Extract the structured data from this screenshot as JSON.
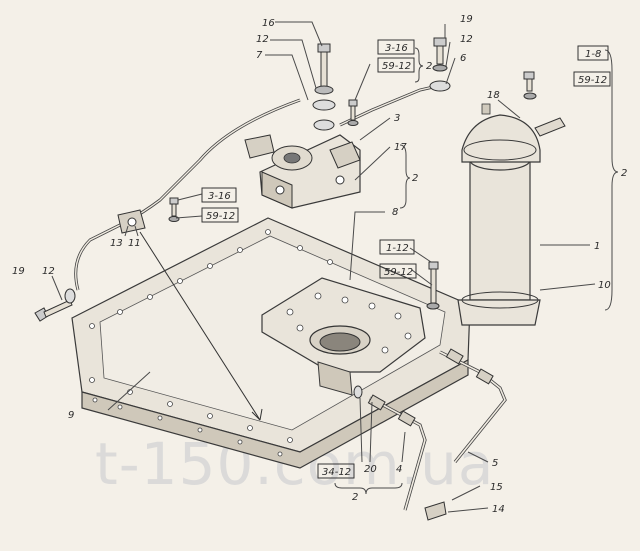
{
  "callouts": [
    {
      "id": "c16",
      "text": "16"
    },
    {
      "id": "c12a",
      "text": "12"
    },
    {
      "id": "c7",
      "text": "7"
    },
    {
      "id": "c19a",
      "text": "19"
    },
    {
      "id": "c12b",
      "text": "12"
    },
    {
      "id": "c6",
      "text": "6"
    },
    {
      "id": "c3",
      "text": "3"
    },
    {
      "id": "c17",
      "text": "17"
    },
    {
      "id": "c2a",
      "text": "2"
    },
    {
      "id": "c2b",
      "text": "2"
    },
    {
      "id": "c2c",
      "text": "2"
    },
    {
      "id": "c18",
      "text": "18"
    },
    {
      "id": "c1",
      "text": "1"
    },
    {
      "id": "c10",
      "text": "10"
    },
    {
      "id": "c8",
      "text": "8"
    },
    {
      "id": "c13",
      "text": "13"
    },
    {
      "id": "c11",
      "text": "11"
    },
    {
      "id": "c19b",
      "text": "19"
    },
    {
      "id": "c12c",
      "text": "12"
    },
    {
      "id": "c9",
      "text": "9"
    },
    {
      "id": "c20",
      "text": "20"
    },
    {
      "id": "c4",
      "text": "4"
    },
    {
      "id": "c2d",
      "text": "2"
    },
    {
      "id": "c5",
      "text": "5"
    },
    {
      "id": "c15",
      "text": "15"
    },
    {
      "id": "c14",
      "text": "14"
    }
  ],
  "boxed_callouts": [
    {
      "id": "b316a",
      "text": "3-16"
    },
    {
      "id": "b5912a",
      "text": "59-12"
    },
    {
      "id": "b18",
      "text": "1-8"
    },
    {
      "id": "b5912b",
      "text": "59-12"
    },
    {
      "id": "b316b",
      "text": "3-16"
    },
    {
      "id": "b5912c",
      "text": "59-12"
    },
    {
      "id": "b112",
      "text": "1-12"
    },
    {
      "id": "b5912d",
      "text": "59-12"
    },
    {
      "id": "b3412",
      "text": "34-12"
    }
  ],
  "watermark": "t-150.com.ua"
}
